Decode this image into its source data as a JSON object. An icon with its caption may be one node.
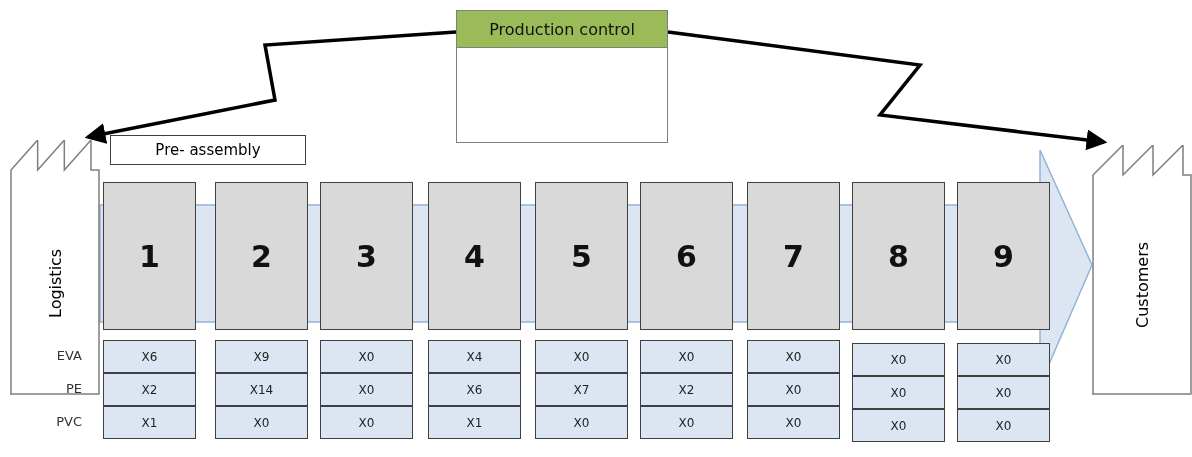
{
  "diagram": {
    "nodes": [
      {
        "text": [
          "Production control"
        ]
      },
      {
        "text": [
          "Pre- assembly"
        ]
      },
      {
        "text": [
          "Logistics"
        ]
      },
      {
        "text": [
          "1"
        ]
      },
      {
        "text": [
          "2"
        ]
      },
      {
        "text": [
          "3"
        ]
      },
      {
        "text": [
          "4"
        ]
      },
      {
        "text": [
          "5"
        ]
      },
      {
        "text": [
          "6"
        ]
      },
      {
        "text": [
          "7"
        ]
      },
      {
        "text": [
          "8"
        ]
      },
      {
        "text": [
          "9"
        ]
      },
      {
        "text": [
          "Customers"
        ]
      },
      {
        "text": [
          "X6"
        ]
      },
      {
        "text": [
          "X9"
        ]
      },
      {
        "text": [
          "X0"
        ]
      },
      {
        "text": [
          "X4"
        ]
      },
      {
        "text": [
          "X0"
        ]
      },
      {
        "text": [
          "X0"
        ]
      },
      {
        "text": [
          "X0"
        ]
      },
      {
        "text": [
          "X0"
        ]
      },
      {
        "text": [
          "X0"
        ]
      },
      {
        "text": [
          "X2"
        ]
      },
      {
        "text": [
          "X14"
        ]
      },
      {
        "text": [
          "X0"
        ]
      },
      {
        "text": [
          "X6"
        ]
      },
      {
        "text": [
          "X7"
        ]
      },
      {
        "text": [
          "X2"
        ]
      },
      {
        "text": [
          "X0"
        ]
      },
      {
        "text": [
          "X0"
        ]
      },
      {
        "text": [
          "X0"
        ]
      },
      {
        "text": [
          "X1"
        ]
      },
      {
        "text": [
          "X0"
        ]
      },
      {
        "text": [
          "X0"
        ]
      },
      {
        "text": [
          "X1"
        ]
      },
      {
        "text": [
          "X0"
        ]
      },
      {
        "text": [
          "X0"
        ]
      },
      {
        "text": [
          "X0"
        ]
      },
      {
        "text": [
          "X0"
        ]
      },
      {
        "text": [
          "X0"
        ]
      }
    ],
    "edges": [
      {
        "from": 0,
        "to": 2,
        "arrow": "to"
      },
      {
        "from": 0,
        "to": 12,
        "arrow": "to"
      },
      {
        "from": 2,
        "to": 12,
        "arrow": "to",
        "style": "thick",
        "color": "#dce6f2"
      }
    ],
    "labels": [
      "EVA",
      "PE",
      "PVC"
    ]
  }
}
